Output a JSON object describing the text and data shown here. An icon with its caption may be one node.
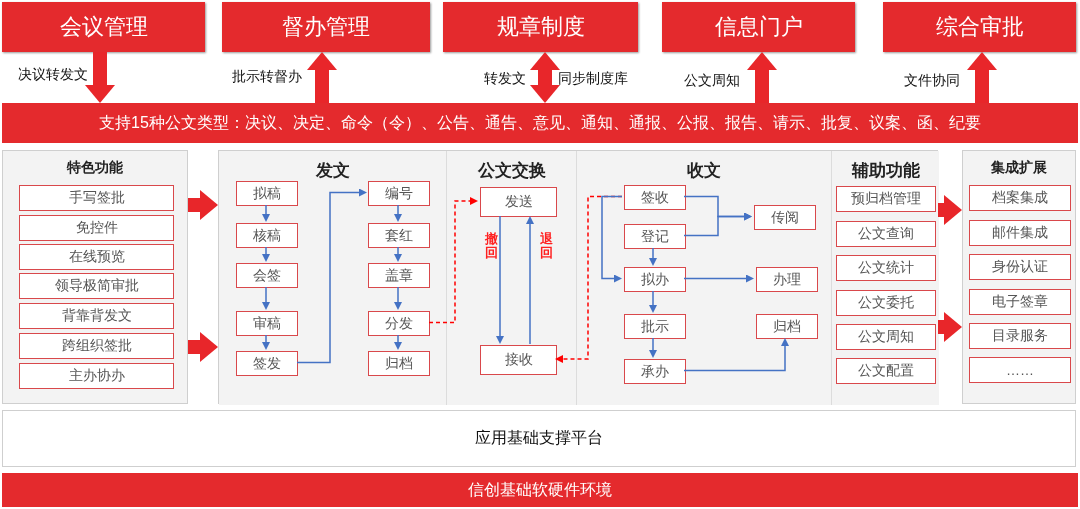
{
  "diagram": {
    "nodes": [
      {
        "text": [
          "会议管理"
        ]
      },
      {
        "text": [
          "督办管理"
        ]
      },
      {
        "text": [
          "规章制度"
        ]
      },
      {
        "text": [
          "信息门户"
        ]
      },
      {
        "text": [
          "综合审批"
        ]
      },
      {
        "text": [
          "支持15种公文类型：决议、决定、命令（令）、公告、通告、意见、通知、通报、公报、报告、请示、批复、议案、函、纪要"
        ]
      },
      {
        "text": [
          "特色功能"
        ]
      },
      {
        "text": [
          "手写签批"
        ],
        "in": 6
      },
      {
        "text": [
          "免控件"
        ],
        "in": 6
      },
      {
        "text": [
          "在线预览"
        ],
        "in": 6
      },
      {
        "text": [
          "领导极简审批"
        ],
        "in": 6
      },
      {
        "text": [
          "背靠背发文"
        ],
        "in": 6
      },
      {
        "text": [
          "跨组织签批"
        ],
        "in": 6
      },
      {
        "text": [
          "主办协办"
        ],
        "in": 6
      },
      {
        "text": [],
        "shape": "box"
      },
      {
        "text": [
          "发文"
        ],
        "in": 14
      },
      {
        "text": [
          "拟稿"
        ],
        "in": 15
      },
      {
        "text": [
          "核稿"
        ],
        "in": 15
      },
      {
        "text": [
          "会签"
        ],
        "in": 15
      },
      {
        "text": [
          "审稿"
        ],
        "in": 15
      },
      {
        "text": [
          "签发"
        ],
        "in": 15
      },
      {
        "text": [
          "编号"
        ],
        "in": 15
      },
      {
        "text": [
          "套红"
        ],
        "in": 15
      },
      {
        "text": [
          "盖章"
        ],
        "in": 15
      },
      {
        "text": [
          "分发"
        ],
        "in": 15
      },
      {
        "text": [
          "归档"
        ],
        "in": 15
      },
      {
        "text": [
          "公文交换"
        ],
        "in": 14
      },
      {
        "text": [
          "发送"
        ],
        "in": 26
      },
      {
        "text": [
          "接收"
        ],
        "in": 26
      },
      {
        "text": [
          "收文"
        ],
        "in": 14
      },
      {
        "text": [
          "签收"
        ],
        "in": 29
      },
      {
        "text": [
          "登记"
        ],
        "in": 29
      },
      {
        "text": [
          "传阅"
        ],
        "in": 29
      },
      {
        "text": [
          "拟办"
        ],
        "in": 29
      },
      {
        "text": [
          "办理"
        ],
        "in": 29
      },
      {
        "text": [
          "批示"
        ],
        "in": 29
      },
      {
        "text": [
          "归档"
        ],
        "in": 29
      },
      {
        "text": [
          "承办"
        ],
        "in": 29
      },
      {
        "text": [
          "辅助功能"
        ],
        "in": 14
      },
      {
        "text": [
          "预归档管理"
        ],
        "in": 38
      },
      {
        "text": [
          "公文查询"
        ],
        "in": 38
      },
      {
        "text": [
          "公文统计"
        ],
        "in": 38
      },
      {
        "text": [
          "公文委托"
        ],
        "in": 38
      },
      {
        "text": [
          "公文周知"
        ],
        "in": 38
      },
      {
        "text": [
          "公文配置"
        ],
        "in": 38
      },
      {
        "text": [
          "集成扩展"
        ]
      },
      {
        "text": [
          "档案集成"
        ],
        "in": 45
      },
      {
        "text": [
          "邮件集成"
        ],
        "in": 45
      },
      {
        "text": [
          "身份认证"
        ],
        "in": 45
      },
      {
        "text": [
          "电子签章"
        ],
        "in": 45
      },
      {
        "text": [
          "目录服务"
        ],
        "in": 45
      },
      {
        "text": [
          "……"
        ],
        "in": 45
      },
      {
        "text": [
          "应用基础支撑平台"
        ]
      },
      {
        "text": [
          "信创基础软硬件环境"
        ]
      }
    ],
    "edges": [
      {
        "from": 0,
        "to": 5,
        "arrow": "to",
        "label": "决议转发文",
        "style": "thick",
        "color": "#e8262a"
      },
      {
        "from": 5,
        "to": 1,
        "arrow": "to",
        "label": "批示转督办",
        "style": "thick",
        "color": "#e8262a"
      },
      {
        "from": 2,
        "to": 5,
        "arrow": "both",
        "label": "转发文",
        "style": "thick",
        "color": "#e8262a"
      },
      {
        "from": 5,
        "to": 3,
        "arrow": "to",
        "label": "公文周知",
        "style": "thick",
        "color": "#e8262a"
      },
      {
        "from": 5,
        "to": 4,
        "arrow": "to",
        "label": "文件协同",
        "style": "thick",
        "color": "#e8262a"
      },
      {
        "from": 6,
        "to": 14,
        "arrow": "to",
        "style": "thick",
        "color": "#e8262a"
      },
      {
        "from": 6,
        "to": 14,
        "arrow": "to",
        "style": "thick",
        "color": "#e8262a"
      },
      {
        "from": 38,
        "to": 45,
        "arrow": "to",
        "style": "thick",
        "color": "#e8262a"
      },
      {
        "from": 38,
        "to": 45,
        "arrow": "to",
        "style": "thick",
        "color": "#e8262a"
      },
      {
        "from": 16,
        "to": 17,
        "arrow": "to"
      },
      {
        "from": 17,
        "to": 18,
        "arrow": "to"
      },
      {
        "from": 18,
        "to": 19,
        "arrow": "to"
      },
      {
        "from": 19,
        "to": 20,
        "arrow": "to"
      },
      {
        "from": 20,
        "to": 21,
        "arrow": "to"
      },
      {
        "from": 21,
        "to": 22,
        "arrow": "to"
      },
      {
        "from": 22,
        "to": 23,
        "arrow": "to"
      },
      {
        "from": 23,
        "to": 24,
        "arrow": "to"
      },
      {
        "from": 24,
        "to": 25,
        "arrow": "to"
      },
      {
        "from": 24,
        "to": 27,
        "arrow": "to",
        "style": "dashed",
        "color": "#ff0000"
      },
      {
        "from": 27,
        "to": 28,
        "arrow": "to",
        "label": "撤回"
      },
      {
        "from": 28,
        "to": 27,
        "arrow": "to",
        "label": "退回"
      },
      {
        "from": 30,
        "to": 28,
        "arrow": "to",
        "style": "dashed",
        "color": "#ff0000"
      },
      {
        "from": 30,
        "to": 32,
        "arrow": "to"
      },
      {
        "from": 31,
        "to": 32,
        "arrow": "to"
      },
      {
        "from": 30,
        "to": 33,
        "arrow": "to"
      },
      {
        "from": 31,
        "to": 33,
        "arrow": "to"
      },
      {
        "from": 33,
        "to": 34,
        "arrow": "to"
      },
      {
        "from": 33,
        "to": 35,
        "arrow": "to"
      },
      {
        "from": 35,
        "to": 37,
        "arrow": "to"
      },
      {
        "from": 37,
        "to": 36,
        "arrow": "to"
      }
    ],
    "labels": [
      "同步制度库"
    ]
  }
}
